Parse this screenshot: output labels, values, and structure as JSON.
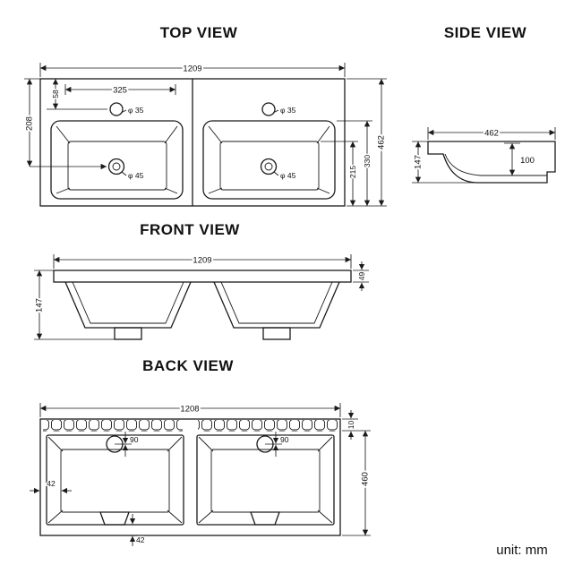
{
  "unit_label": "unit: mm",
  "top_view": {
    "title": "TOP VIEW",
    "overall_width": "1209",
    "faucet_offset": "325",
    "faucet_setback": "58",
    "drain_setback": "208",
    "faucet_hole_dia": "φ 35",
    "drain_hole_dia": "φ 45",
    "bowl_depth": "215",
    "inner_depth": "330",
    "overall_depth": "462"
  },
  "side_view": {
    "title": "SIDE VIEW",
    "overall_depth": "462",
    "overall_height": "147",
    "bowl_height": "100"
  },
  "front_view": {
    "title": "FRONT VIEW",
    "overall_width": "1209",
    "rim_thickness": "49",
    "overall_height": "147"
  },
  "back_view": {
    "title": "BACK VIEW",
    "overall_width": "1208",
    "faucet_center_offset": "90",
    "rim_edge": "10",
    "overall_height": "460",
    "side_gap": "42",
    "bottom_gap": "42"
  }
}
